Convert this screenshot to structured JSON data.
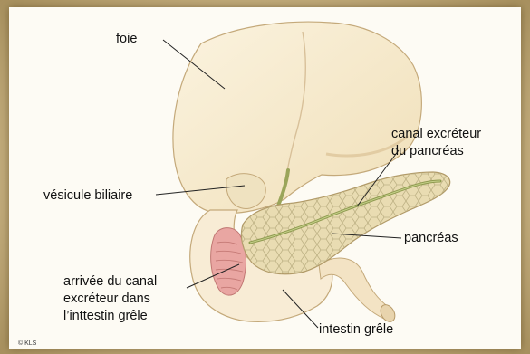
{
  "labels": {
    "foie": "foie",
    "canal_line1": "canal excréteur",
    "canal_line2": "du pancréas",
    "vesicule": "vésicule biliaire",
    "pancreas": "pancréas",
    "arrivee_line1": "arrivée du canal",
    "arrivee_line2": "excréteur dans",
    "arrivee_line3": "l’inttestin grêle",
    "intestin": "intestin grêle"
  },
  "credit": "© KLS"
}
